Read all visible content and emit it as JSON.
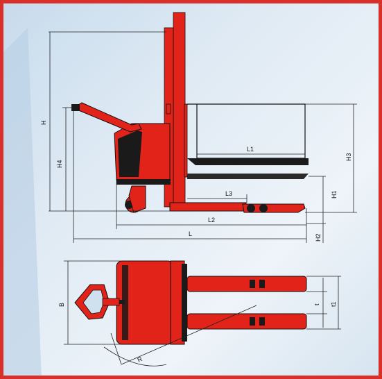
{
  "colors": {
    "border": "#d9302c",
    "background_top": "#e8f0f7",
    "background_mid": "#c3d7e8",
    "truck_red": "#e2231a",
    "truck_dark": "#1a1a1a",
    "line": "#222222"
  },
  "labels": {
    "H": "H",
    "H4": "H4",
    "L1": "L1",
    "L3": "L3",
    "L2": "L2",
    "L": "L",
    "H1": "H1",
    "H2": "H2",
    "H3": "H3",
    "B": "B",
    "R": "R",
    "t": "t",
    "t1": "t1"
  }
}
